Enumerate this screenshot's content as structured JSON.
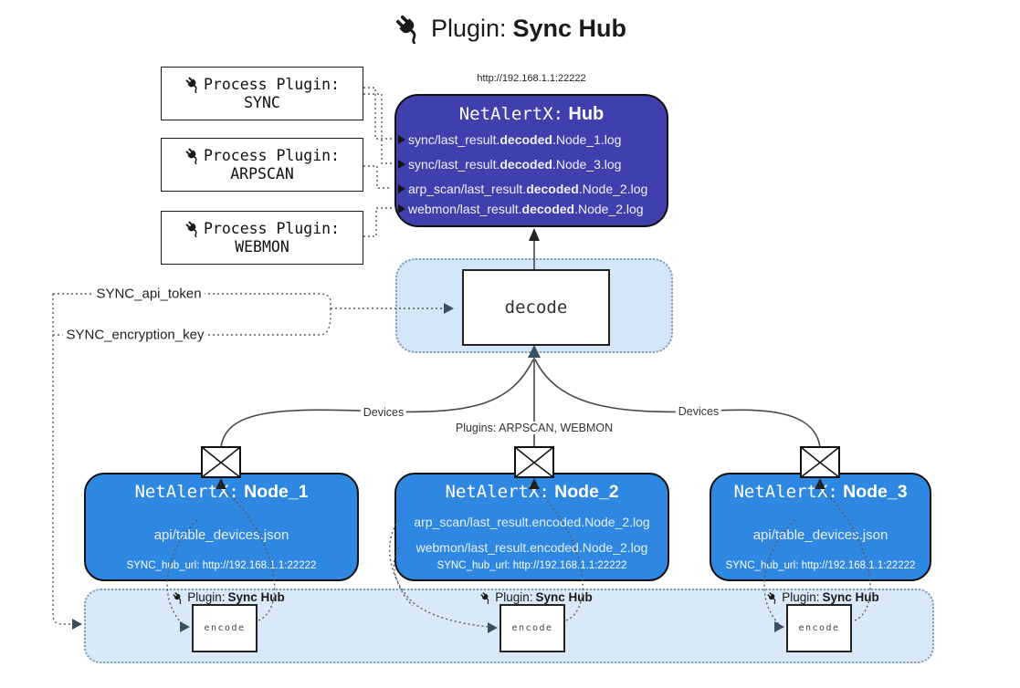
{
  "title": {
    "prefix": "Plugin:",
    "name": "Sync Hub"
  },
  "hub": {
    "url_label": "http://192.168.1.1:22222",
    "title_prefix": "NetAlertX:",
    "title_name": "Hub",
    "logs": [
      {
        "pre": "sync/last_result.",
        "bold": "decoded",
        "post": ".Node_1.log"
      },
      {
        "pre": "sync/last_result.",
        "bold": "decoded",
        "post": ".Node_3.log"
      },
      {
        "pre": "arp_scan/last_result.",
        "bold": "decoded",
        "post": ".Node_2.log"
      },
      {
        "pre": "webmon/last_result.",
        "bold": "decoded",
        "post": ".Node_2.log"
      }
    ]
  },
  "process_plugins": [
    {
      "label": "Process Plugin:",
      "name": "SYNC"
    },
    {
      "label": "Process Plugin:",
      "name": "ARPSCAN"
    },
    {
      "label": "Process Plugin:",
      "name": "WEBMON"
    }
  ],
  "keys": {
    "api_token": "SYNC_api_token",
    "encryption_key": "SYNC_encryption_key"
  },
  "decode": {
    "label": "decode"
  },
  "edges": {
    "devices_left": "Devices",
    "devices_right": "Devices",
    "plugins_mid": "Plugins: ARPSCAN, WEBMON"
  },
  "nodes": [
    {
      "title_prefix": "NetAlertX:",
      "title_name": "Node_1",
      "lines": [
        "api/table_devices.json"
      ],
      "hub_url": "SYNC_hub_url: http://192.168.1.1:22222"
    },
    {
      "title_prefix": "NetAlertX:",
      "title_name": "Node_2",
      "lines": [
        "arp_scan/last_result.encoded.Node_2.log",
        "webmon/last_result.encoded.Node_2.log"
      ],
      "hub_url": "SYNC_hub_url: http://192.168.1.1:22222"
    },
    {
      "title_prefix": "NetAlertX:",
      "title_name": "Node_3",
      "lines": [
        "api/table_devices.json"
      ],
      "hub_url": "SYNC_hub_url: http://192.168.1.1:22222"
    }
  ],
  "encoders": [
    {
      "plugin_prefix": "Plugin:",
      "plugin_name": "Sync Hub",
      "label": "encode"
    },
    {
      "plugin_prefix": "Plugin:",
      "plugin_name": "Sync Hub",
      "label": "encode"
    },
    {
      "plugin_prefix": "Plugin:",
      "plugin_name": "Sync Hub",
      "label": "encode"
    }
  ],
  "colors": {
    "hub_fill": "#3f3fae",
    "node_fill": "#2e87e0",
    "panel_fill": "#d5e6f8",
    "panel_border": "#7f9ab6",
    "arrow_dark": "#3d4f63",
    "line": "#474747"
  }
}
